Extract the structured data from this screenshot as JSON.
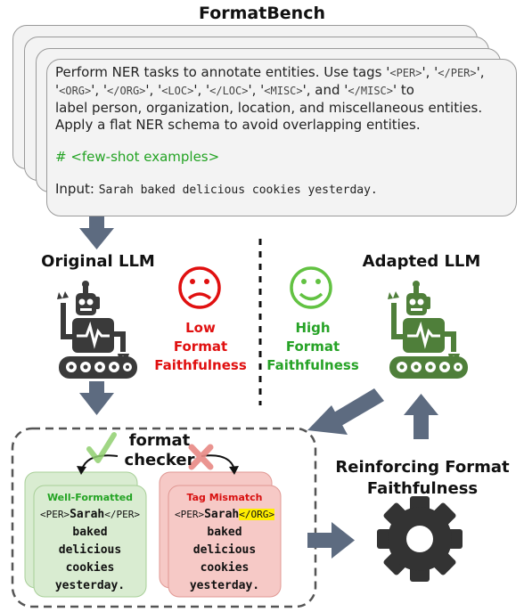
{
  "title": "FormatBench",
  "prompt": {
    "line1_pre": "Perform NER tasks to annotate entities. Use tags '",
    "tag_per": "<PER>",
    "sep1": "', '",
    "tag_per_close": "</PER>",
    "sep2": "',",
    "tag_org_open_q": "'",
    "tag_org": "<ORG>",
    "sep3": "', '",
    "tag_org_close": "</ORG>",
    "sep4": "', '",
    "tag_loc": "<LOC>",
    "sep5": "', '",
    "tag_loc_close": "</LOC>",
    "sep6": "', '",
    "tag_misc": "<MISC>",
    "sep7": "', and '",
    "tag_misc_close": "</MISC>",
    "line2_post": "' to",
    "line3": "label person, organization, location, and miscellaneous entities.",
    "line4": "Apply a flat NER schema to avoid overlapping entities.",
    "fewshot": "# <few-shot examples>",
    "input_label": "Input:",
    "input_text": "Sarah baked delicious cookies yesterday."
  },
  "original_llm": "Original LLM",
  "adapted_llm": "Adapted LLM",
  "low": {
    "l1": "Low",
    "l2": "Format",
    "l3": "Faithfulness"
  },
  "high": {
    "l1": "High",
    "l2": "Format",
    "l3": "Faithfulness"
  },
  "checker": {
    "l1": "format",
    "l2": "checker"
  },
  "well": {
    "title": "Well-Formatted",
    "tag_open": "<PER>",
    "name": "Sarah",
    "tag_close": "</PER>",
    "w1": "baked",
    "w2": "delicious",
    "w3": "cookies",
    "w4": "yesterday."
  },
  "mismatch": {
    "title": "Tag Mismatch",
    "tag_open": "<PER>",
    "name": "Sarah",
    "tag_close": "</ORG>",
    "w1": "baked",
    "w2": "delicious",
    "w3": "cookies",
    "w4": "yesterday."
  },
  "reinforce": {
    "l1": "Reinforcing Format",
    "l2": "Faithfulness"
  },
  "colors": {
    "arrow": "#5d6b80",
    "robot_dark": "#3a3a3a",
    "robot_green": "#4f7f3a",
    "sad": "#e01010",
    "happy": "#62c242",
    "good_card": "#d9ecd1",
    "bad_card": "#f6c9c6"
  }
}
